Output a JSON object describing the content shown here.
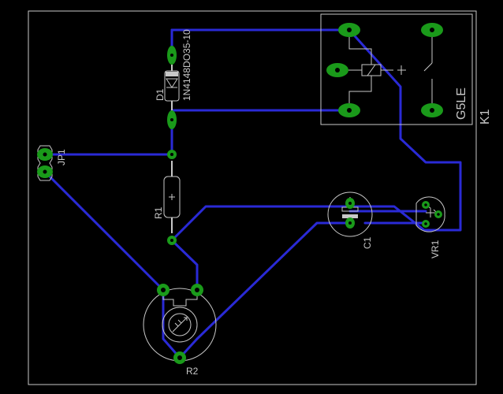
{
  "board": {
    "parts": [
      {
        "id": "d1",
        "name": "D1",
        "value": "1N4148DO35-10"
      },
      {
        "id": "jp1",
        "name": "JP1"
      },
      {
        "id": "r1",
        "name": "R1"
      },
      {
        "id": "r2",
        "name": "R2"
      },
      {
        "id": "c1",
        "name": "C1"
      },
      {
        "id": "vr1",
        "name": "VR1"
      },
      {
        "id": "k1",
        "name": "K1",
        "value": "G5LE"
      }
    ],
    "colors": {
      "background": "#000000",
      "silkscreen": "#c8c8c8",
      "trace": "#2a2ad6",
      "pad": "#1a9a1a"
    }
  }
}
